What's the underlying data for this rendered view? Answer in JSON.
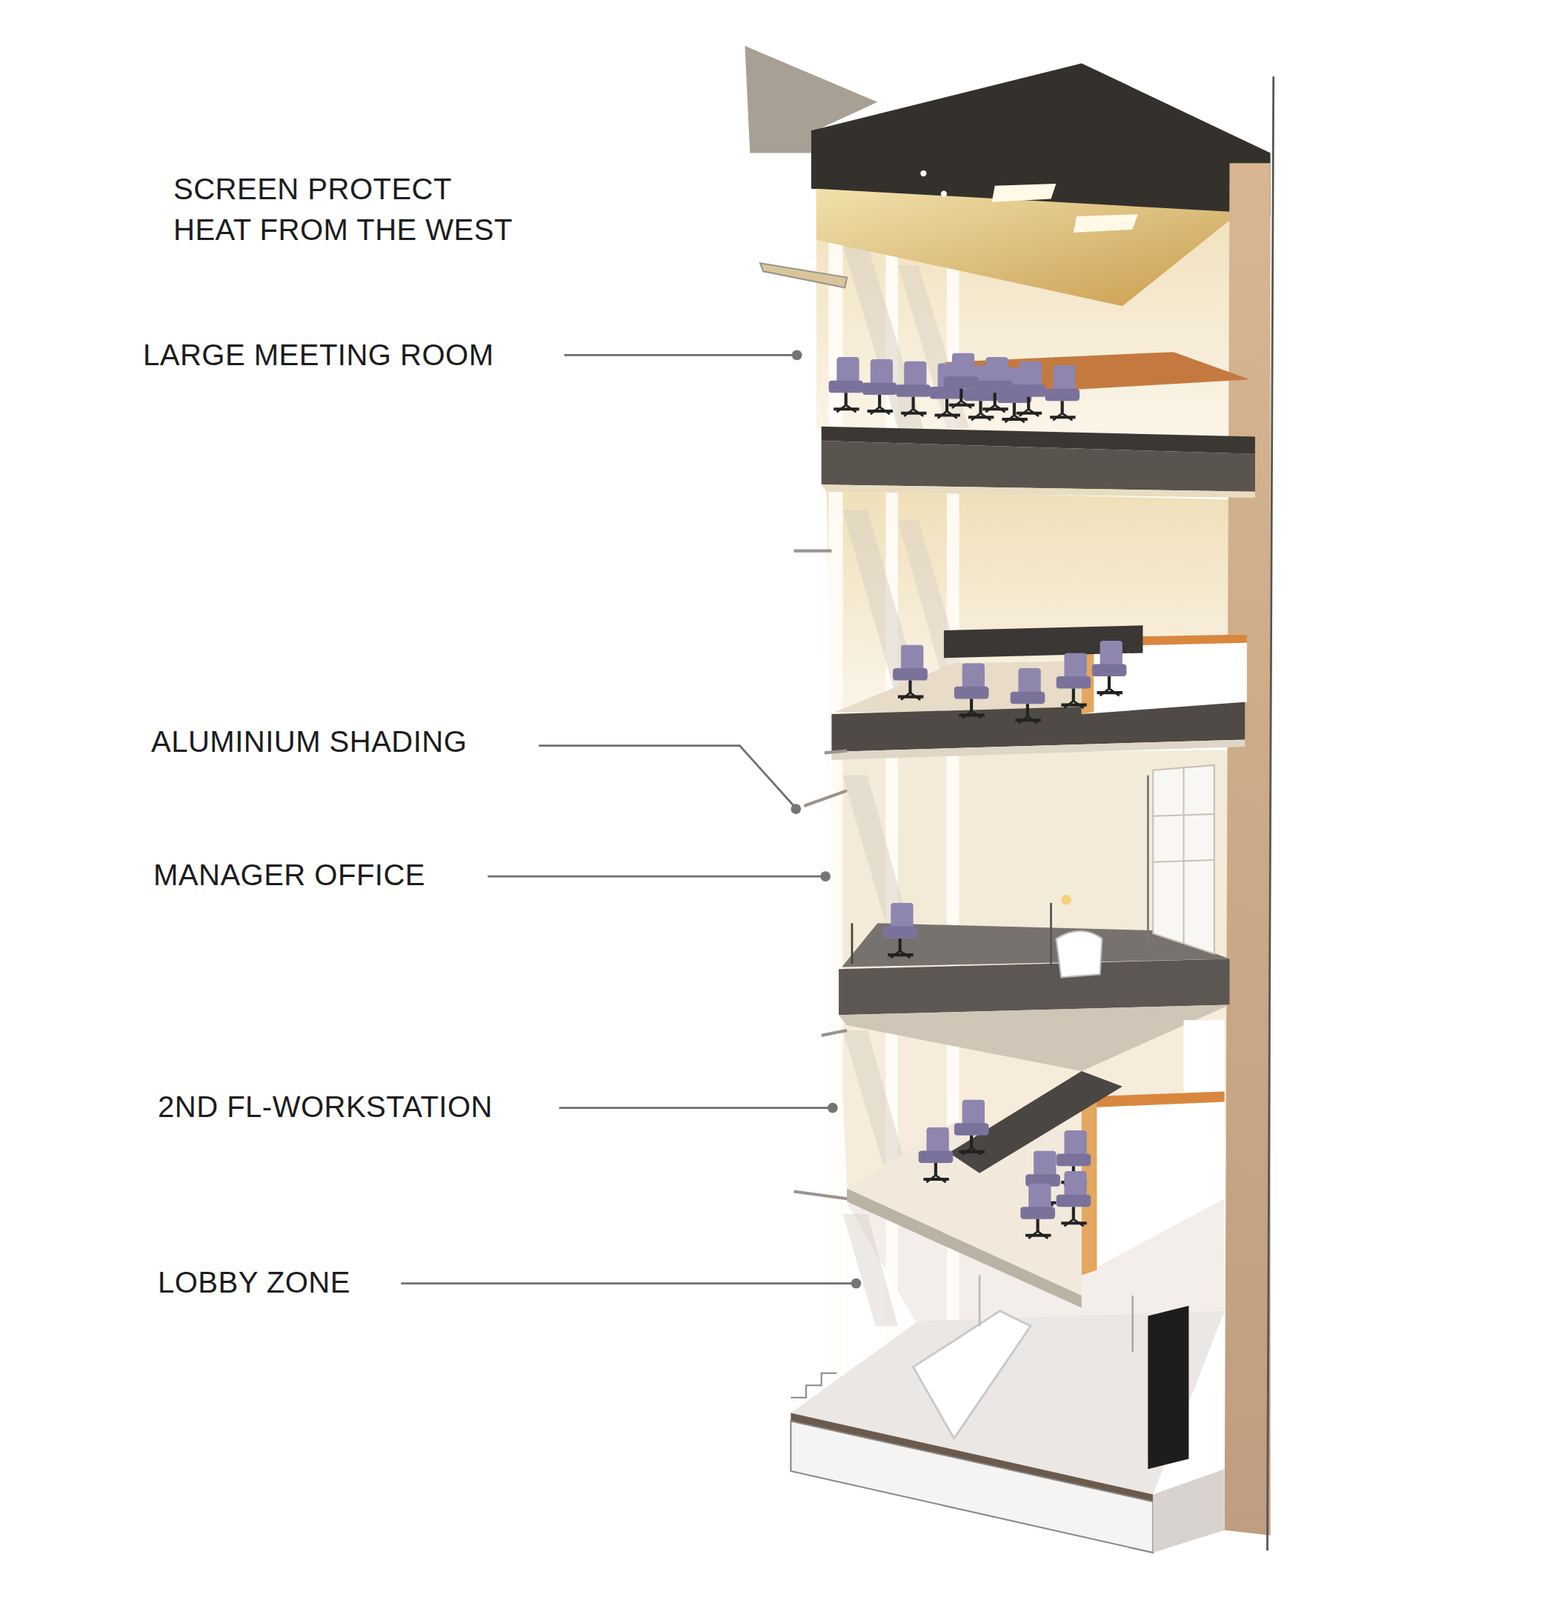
{
  "diagram": {
    "labels": [
      "SCREEN PROTECT HEAT FROM THE WEST",
      "LARGE MEETING ROOM",
      "ALUMINIUM SHADING",
      "MANAGER OFFICE",
      "2ND FL-WORKSTATION",
      "LOBBY ZONE"
    ]
  }
}
